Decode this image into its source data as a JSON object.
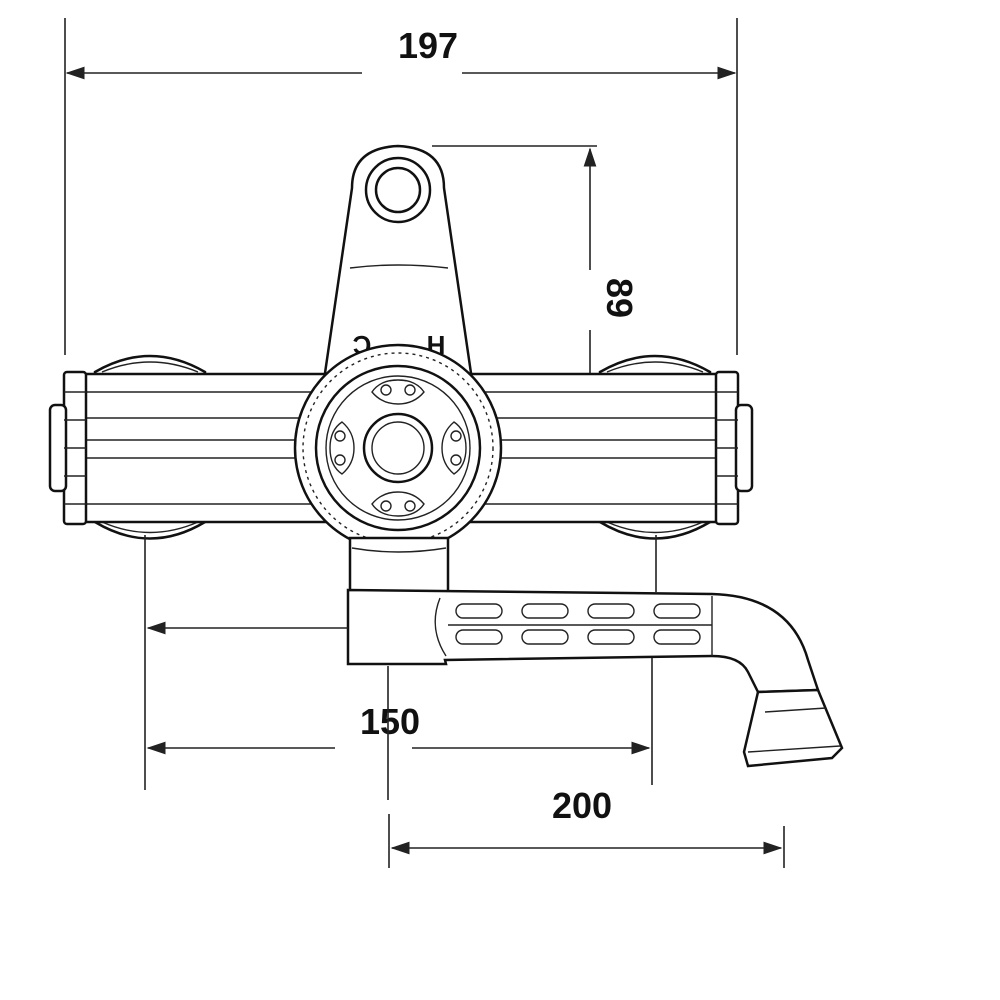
{
  "dimensions": {
    "overall_width": "197",
    "handle_height": "89",
    "mount_centers": "150",
    "spout_reach": "200"
  },
  "markings": {
    "cold": "C",
    "hot": "H"
  },
  "colors": {
    "line": "#111111",
    "background": "#ffffff"
  }
}
